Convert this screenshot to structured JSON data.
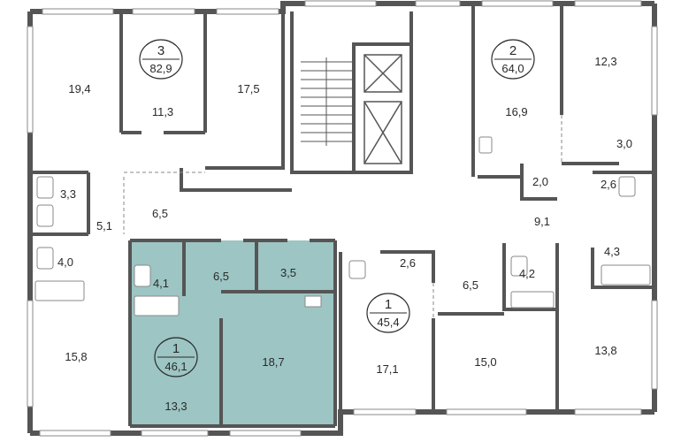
{
  "plan": {
    "colors": {
      "wall": "#555555",
      "thin_wall": "#8a8a8a",
      "highlight": "#9cc5c3",
      "window": "#ffffff",
      "text": "#2a2a2a"
    },
    "badges": [
      {
        "id": "apt-3",
        "number": "3",
        "area": "82,9"
      },
      {
        "id": "apt-2",
        "number": "2",
        "area": "64,0"
      },
      {
        "id": "apt-1-left",
        "number": "1",
        "area": "46,1"
      },
      {
        "id": "apt-1-right",
        "number": "1",
        "area": "45,4"
      }
    ],
    "rooms": [
      {
        "id": "r-19-4",
        "area": "19,4"
      },
      {
        "id": "r-11-3",
        "area": "11,3"
      },
      {
        "id": "r-17-5",
        "area": "17,5"
      },
      {
        "id": "r-16-9",
        "area": "16,9"
      },
      {
        "id": "r-12-3",
        "area": "12,3"
      },
      {
        "id": "r-3-0",
        "area": "3,0"
      },
      {
        "id": "r-2-0",
        "area": "2,0"
      },
      {
        "id": "r-2-6-top",
        "area": "2,6"
      },
      {
        "id": "r-9-1",
        "area": "9,1"
      },
      {
        "id": "r-4-3",
        "area": "4,3"
      },
      {
        "id": "r-3-3",
        "area": "3,3"
      },
      {
        "id": "r-5-1",
        "area": "5,1"
      },
      {
        "id": "r-6-5-hall",
        "area": "6,5"
      },
      {
        "id": "r-4-0",
        "area": "4,0"
      },
      {
        "id": "r-4-1",
        "area": "4,1"
      },
      {
        "id": "r-6-5-sel",
        "area": "6,5"
      },
      {
        "id": "r-3-5",
        "area": "3,5"
      },
      {
        "id": "r-18-7",
        "area": "18,7"
      },
      {
        "id": "r-13-3",
        "area": "13,3"
      },
      {
        "id": "r-15-8",
        "area": "15,8"
      },
      {
        "id": "r-2-6-mid",
        "area": "2,6"
      },
      {
        "id": "r-6-5-right",
        "area": "6,5"
      },
      {
        "id": "r-4-2",
        "area": "4,2"
      },
      {
        "id": "r-17-1",
        "area": "17,1"
      },
      {
        "id": "r-15-0",
        "area": "15,0"
      },
      {
        "id": "r-13-8",
        "area": "13,8"
      }
    ]
  }
}
